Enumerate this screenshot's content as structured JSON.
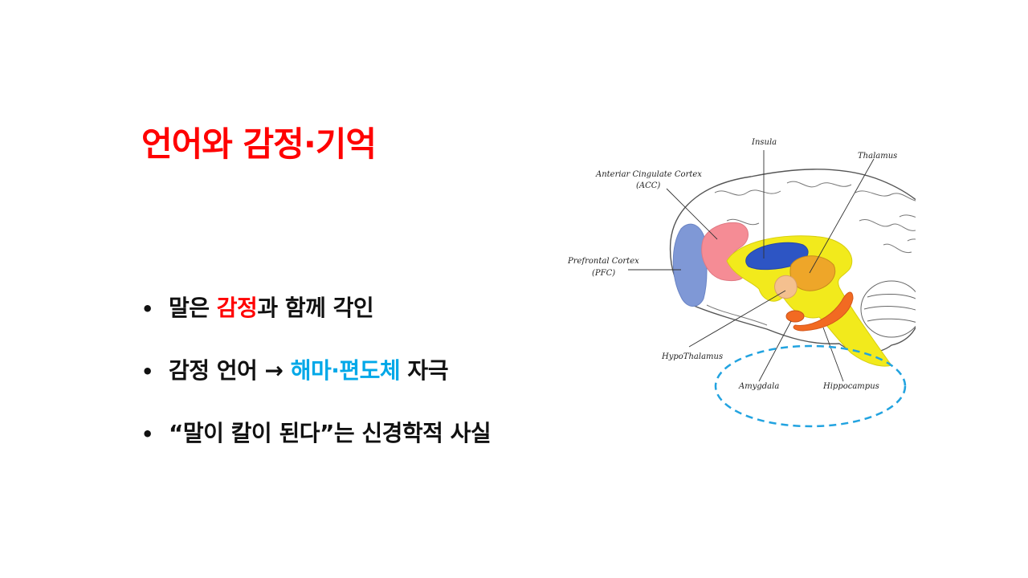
{
  "title": "언어와 감정·기억",
  "bullets": [
    {
      "parts": [
        "말은 ",
        "감정",
        "과 함께 각인"
      ]
    },
    {
      "parts": [
        "감정 언어 → ",
        "해마·편도체",
        " 자극"
      ]
    },
    {
      "parts": [
        "“말이 칼이 된다”는 신경학적 사실"
      ]
    }
  ],
  "diagram": {
    "labels": {
      "insula": "Insula",
      "thalamus": "Thalamus",
      "acc_line1": "Anteriar Cingulate Cortex",
      "acc_line2": "(ACC)",
      "pfc_line1": "Prefrontal Cortex",
      "pfc_line2": "(PFC)",
      "hypothalamus": "HypoThalamus",
      "amygdala": "Amygdala",
      "hippocampus": "Hippocampus"
    },
    "colors": {
      "pfc": "#7f98d6",
      "acc": "#f58c95",
      "insula": "#2d55c4",
      "yellow": "#f2ea1c",
      "thalamus": "#eea629",
      "orange": "#f26a22",
      "ellipse": "#22a3e0",
      "title_red": "#ff0000",
      "keyword_blue": "#00a8e8"
    }
  }
}
